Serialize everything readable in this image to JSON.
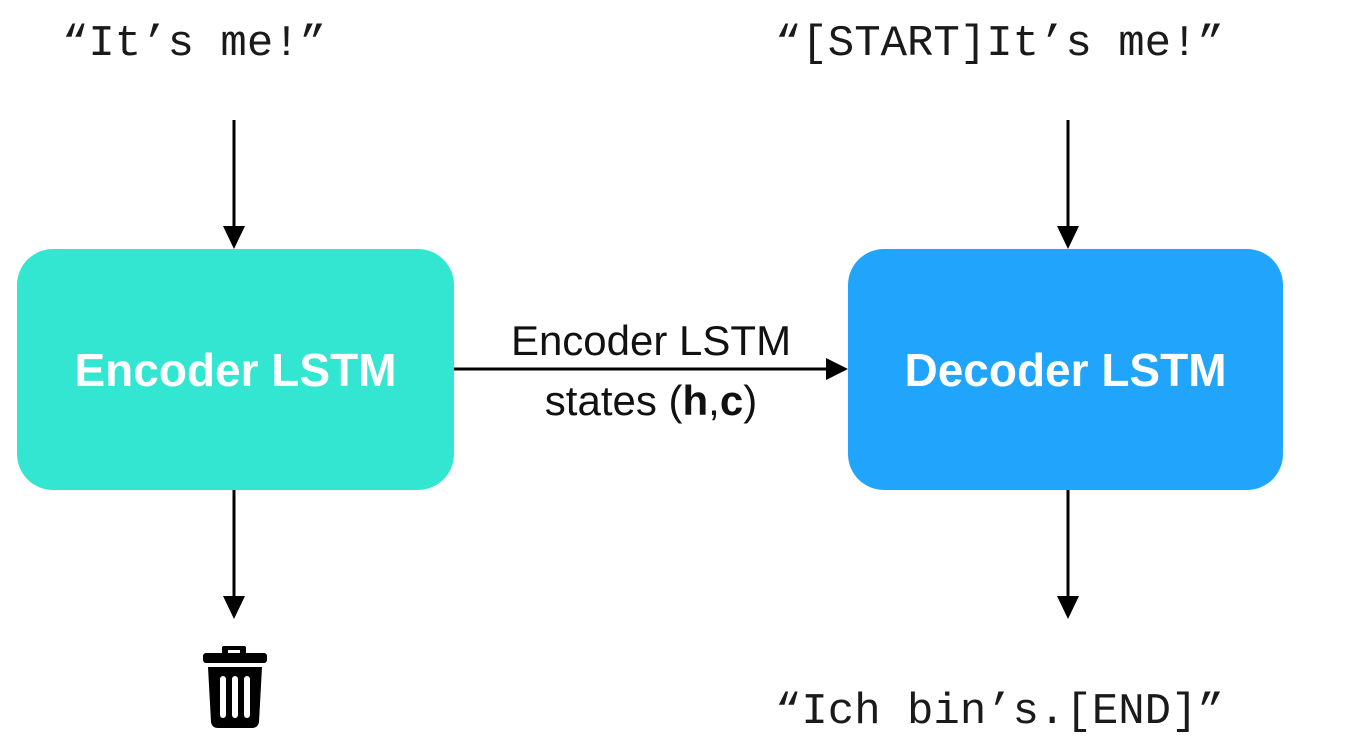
{
  "encoder": {
    "input_text": "“It’s me!”",
    "box_label": "Encoder LSTM",
    "box_color": "#32E6D2",
    "output_icon": "trash-icon"
  },
  "decoder": {
    "input_text": "“[START]It’s me!”",
    "box_label": "Decoder LSTM",
    "box_color": "#20A4FC",
    "output_text": "“Ich bin’s.[END]”"
  },
  "connection": {
    "label_line1": "Encoder LSTM",
    "label_line2_prefix": "states (",
    "label_h": "h",
    "label_comma": ",",
    "label_c": "c",
    "label_line2_suffix": ")"
  }
}
